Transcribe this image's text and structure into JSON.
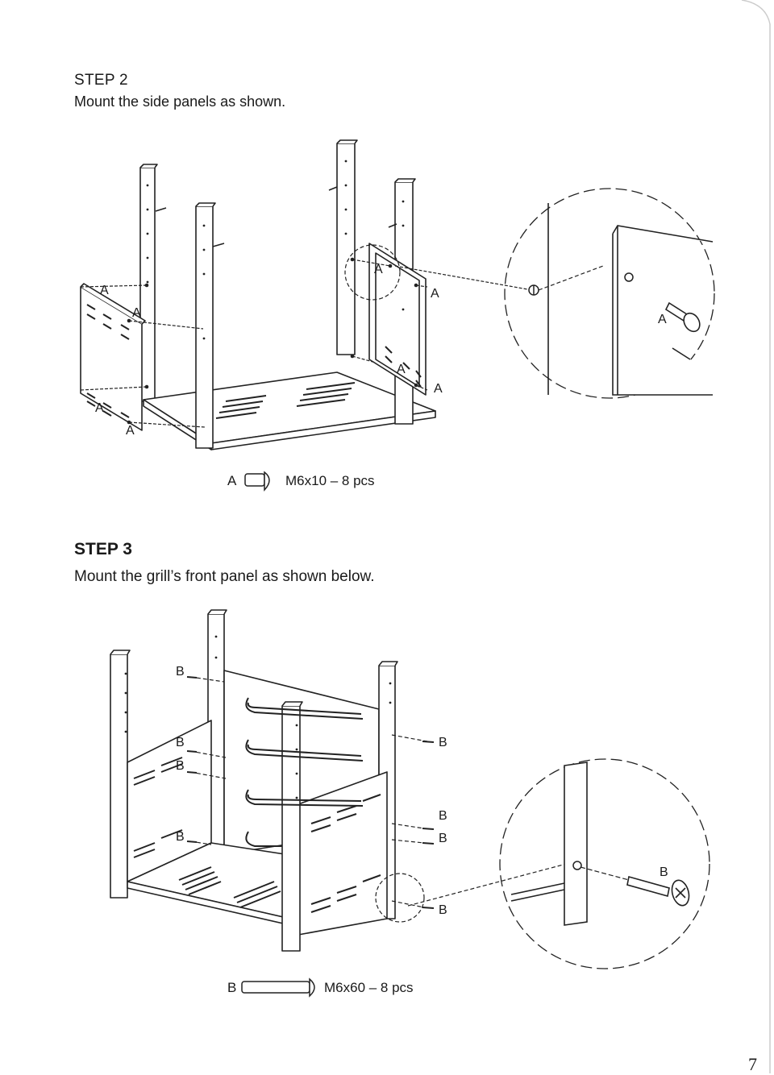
{
  "step2": {
    "title": "STEP 2",
    "description": "Mount the side panels as shown.",
    "callout_label": "A",
    "hardware": {
      "letter": "A",
      "spec": "M6x10 – 8 pcs"
    }
  },
  "step3": {
    "title": "STEP 3",
    "description": "Mount the grill’s front panel as shown below.",
    "callout_label": "B",
    "hardware": {
      "letter": "B",
      "spec": "M6x60 – 8 pcs"
    }
  },
  "page_number": "7"
}
